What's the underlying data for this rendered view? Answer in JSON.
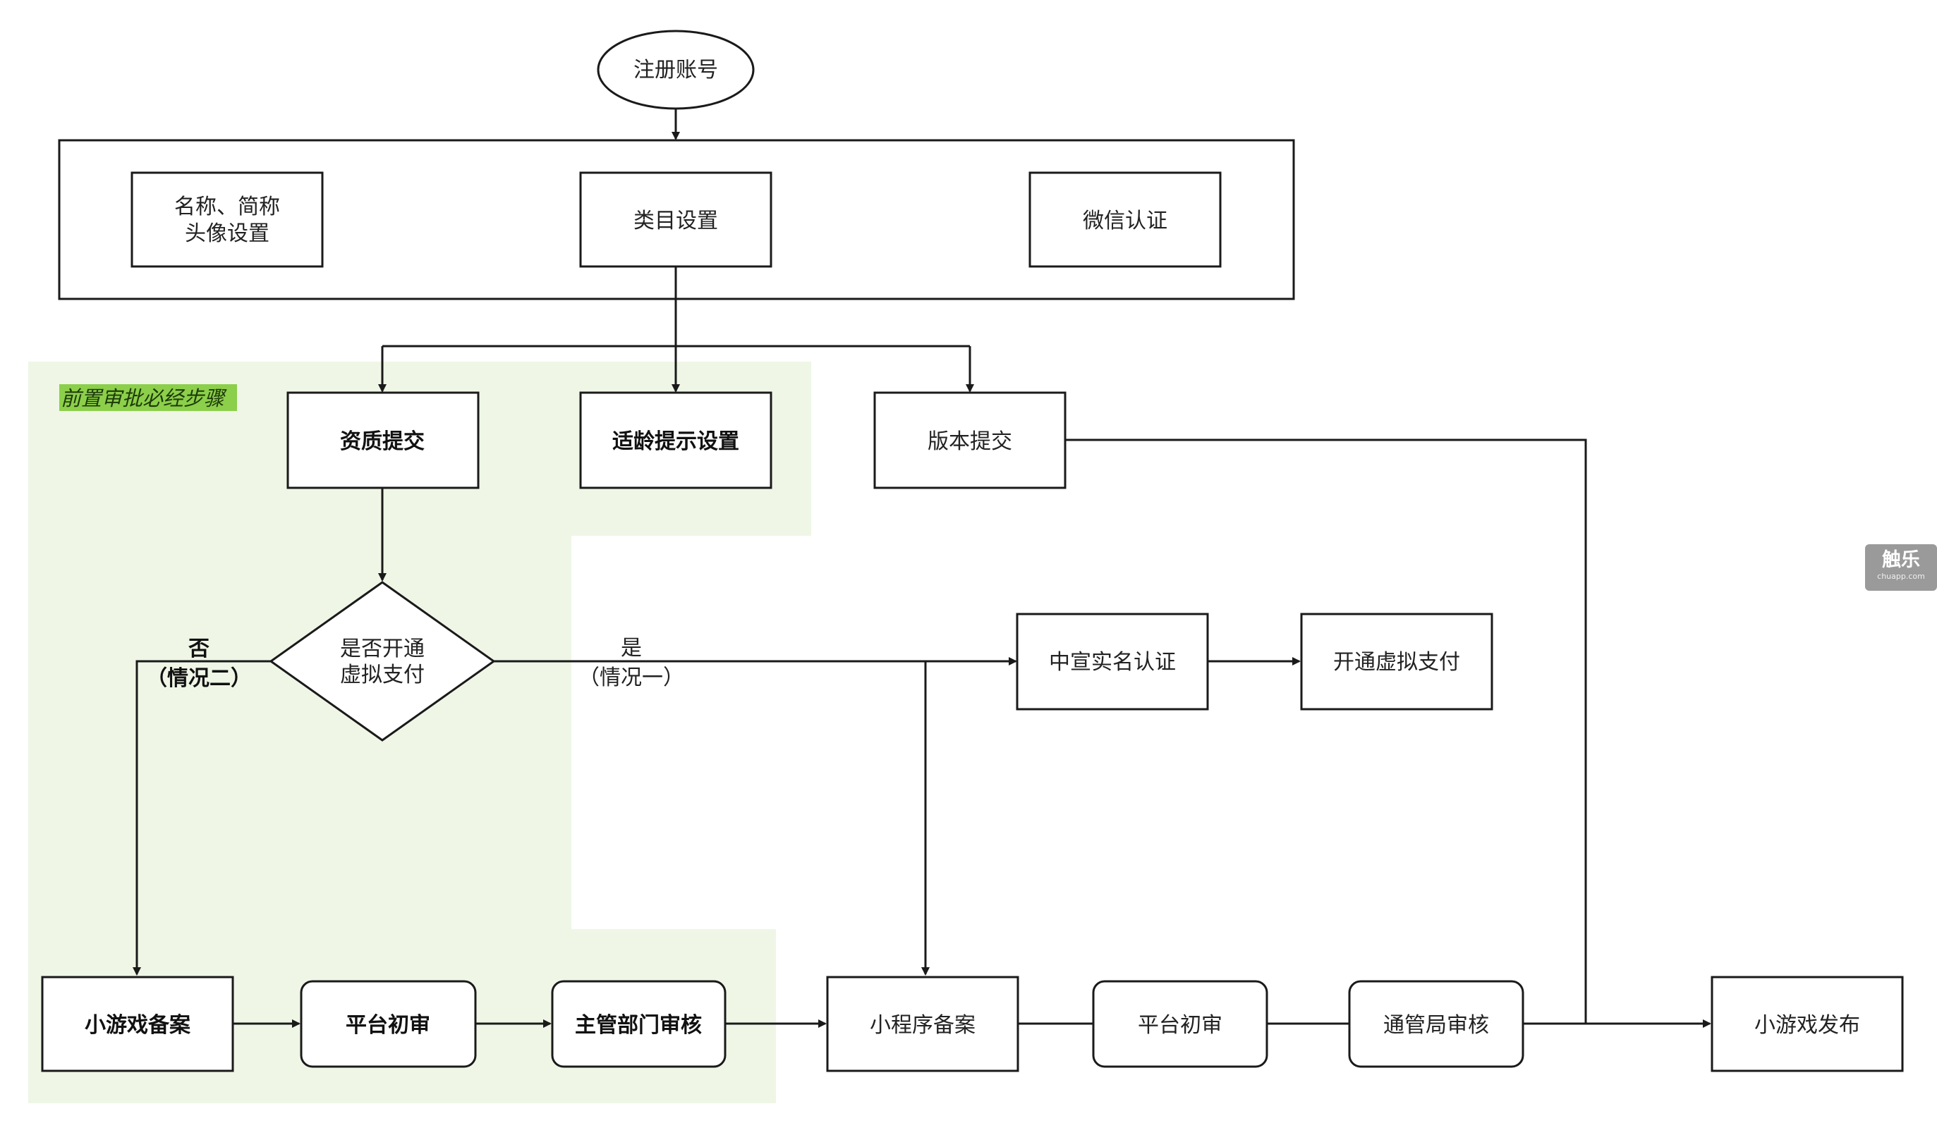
{
  "start": {
    "label": "注册账号"
  },
  "setup_group": {
    "name_box": {
      "line1": "名称、简称",
      "line2": "头像设置"
    },
    "category_box": {
      "label": "类目设置"
    },
    "wechat_box": {
      "label": "微信认证"
    }
  },
  "prereq_region": {
    "title": "前置审批必经步骤"
  },
  "qualification": {
    "label": "资质提交"
  },
  "age_hint": {
    "label": "适龄提示设置"
  },
  "version_submit": {
    "label": "版本提交"
  },
  "decision": {
    "line1": "是否开通",
    "line2": "虚拟支付"
  },
  "branch_no": {
    "line1": "否",
    "line2": "（情况二）"
  },
  "branch_yes": {
    "line1": "是",
    "line2": "（情况一）"
  },
  "realname": {
    "label": "中宣实名认证"
  },
  "virtual_pay": {
    "label": "开通虚拟支付"
  },
  "bottom_row": {
    "mini_game_filing": "小游戏备案",
    "platform_review_1": "平台初审",
    "authority_review": "主管部门审核",
    "mini_program_filing": "小程序备案",
    "platform_review_2": "平台初审",
    "bureau_review": "通管局审核",
    "release": "小游戏发布"
  },
  "watermark": {
    "main": "触乐",
    "sub": "chuapp.com"
  },
  "colors": {
    "highlight_region": "#eff6e6",
    "title_highlight": "#8ccf4a",
    "stroke": "#1a1a1a"
  }
}
